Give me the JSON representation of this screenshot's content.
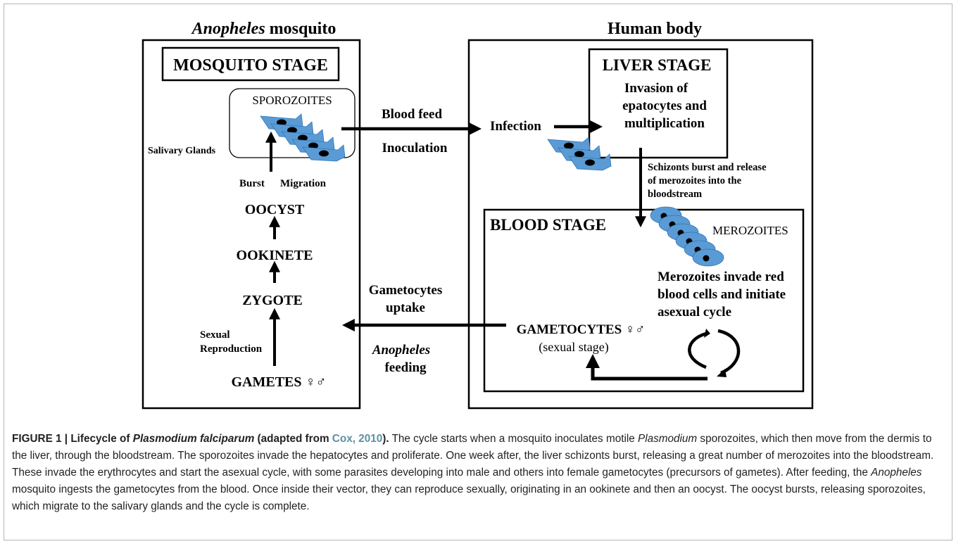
{
  "diagram": {
    "mosquito_header_italic": "Anopheles",
    "mosquito_header_rest": " mosquito",
    "human_header": "Human body",
    "mosquito_stage": "MOSQUITO STAGE",
    "sporozoites": "SPOROZOITES",
    "salivary_glands": "Salivary Glands",
    "burst": "Burst",
    "migration": "Migration",
    "oocyst": "OOCYST",
    "ookinete": "OOKINETE",
    "zygote": "ZYGOTE",
    "sexual": "Sexual",
    "reproduction": "Reproduction",
    "gametes": "GAMETES ♀♂",
    "blood_feed": "Blood feed",
    "inoculation": "Inoculation",
    "infection": "Infection",
    "liver_stage": "LIVER STAGE",
    "liver_line1": "Invasion of",
    "liver_line2": "epatocytes and",
    "liver_line3": "multiplication",
    "schizont_line1": "Schizonts burst and release",
    "schizont_line2": "of merozoites into the",
    "schizont_line3": "bloodstream",
    "blood_stage": "BLOOD STAGE",
    "merozoites": "MEROZOITES",
    "invade_line1": "Merozoites invade red",
    "invade_line2": "blood cells and initiate",
    "invade_line3": "asexual cycle",
    "gametocytes": "GAMETOCYTES ♀♂",
    "sexual_stage": "(sexual stage)",
    "uptake_line1": "Gametocytes",
    "uptake_line2": "uptake",
    "feeding_italic": "Anopheles",
    "feeding": "feeding"
  },
  "caption": {
    "label": "FIGURE 1 | Lifecycle of ",
    "label_italic": "Plasmodium falciparum",
    "label_mid": " (adapted from ",
    "ref": "Cox, 2010",
    "label_end": ").",
    "body1": " The cycle starts when a mosquito inoculates motile ",
    "body1_italic": "Plasmodium",
    "body2": " sporozoites, which then move from the dermis to the liver, through the bloodstream. The sporozoites invade the hepatocytes and proliferate. One week after, the liver schizonts burst, releasing a great number of merozoites into the bloodstream. These invade the erythrocytes and start the asexual cycle, with some parasites developing into male and others into female gametocytes (precursors of gametes). After feeding, the ",
    "body2_italic": "Anopheles",
    "body3": " mosquito ingests the gametocytes from the blood. Once inside their vector, they can reproduce sexually, originating in an ookinete and then an oocyst. The oocyst bursts, releasing sporozoites, which migrate to the salivary glands and the cycle is complete."
  }
}
